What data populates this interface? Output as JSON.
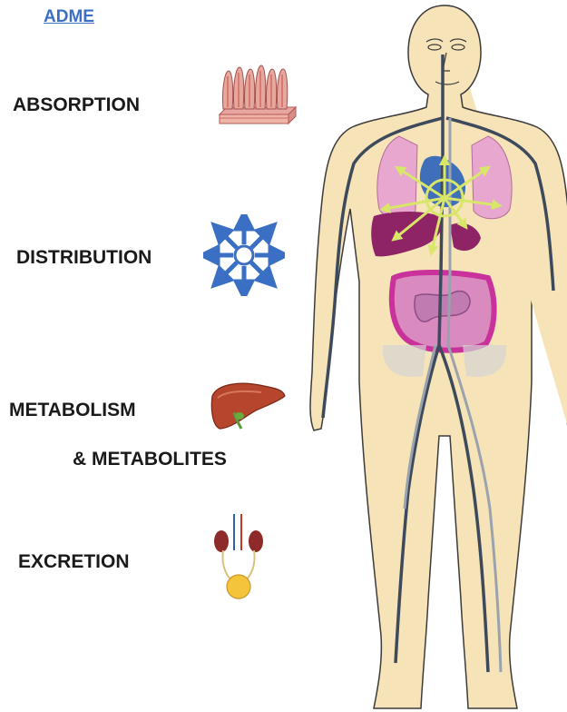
{
  "title": "ADME",
  "stages": {
    "absorption": "ABSORPTION",
    "distribution": "DISTRIBUTION",
    "metabolism": "METABOLISM",
    "metabolites": "& METABOLITES",
    "excretion": "EXCRETION"
  },
  "icons": {
    "absorption": "intestinal-villi-icon",
    "distribution": "radiating-arrows-icon",
    "metabolism": "liver-icon",
    "excretion": "kidneys-bladder-icon"
  },
  "colors": {
    "title": "#3a6fc4",
    "skin": "#f7e3b8",
    "outline": "#3b3b3b",
    "vessel": "#3c4a5c",
    "lung": "#e7a7cf",
    "heart": "#3e6fb8",
    "liver": "#8e2466",
    "intestine": "#c8329a",
    "distribution_arrow": "#3a6fc4",
    "organ_arrow": "#d8e66a"
  }
}
